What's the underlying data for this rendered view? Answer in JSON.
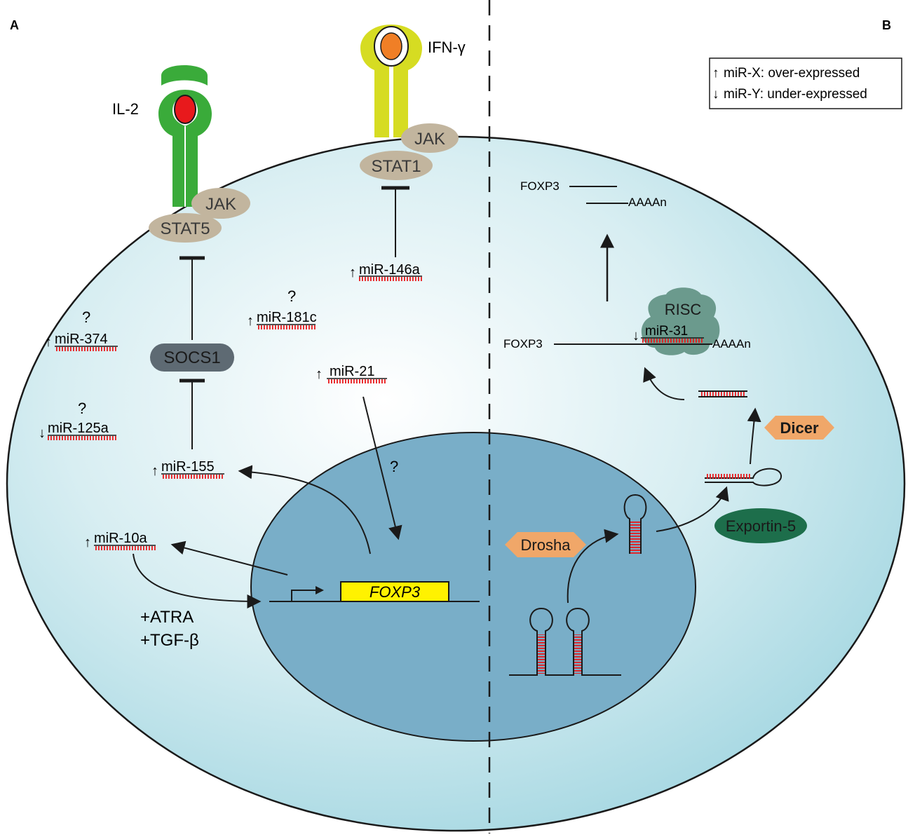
{
  "panels": {
    "a": "A",
    "b": "B"
  },
  "legend": {
    "over": {
      "arrow": "↑",
      "text": "miR-X: over-expressed"
    },
    "under": {
      "arrow": "↓",
      "text": "miR-Y: under-expressed"
    }
  },
  "receptors": {
    "il2": {
      "ligand": "IL-2",
      "jak": "JAK",
      "stat": "STAT5"
    },
    "ifng": {
      "ligand": "IFN-γ",
      "jak": "JAK",
      "stat": "STAT1"
    }
  },
  "socs1": "SOCS1",
  "mirnas": {
    "mir146a": {
      "arrow": "↑",
      "name": "miR-146a"
    },
    "mir181c": {
      "arrow": "↑",
      "name": "miR-181c",
      "question": "?"
    },
    "mir374": {
      "arrow": "↑",
      "name": "miR-374",
      "question": "?"
    },
    "mir21": {
      "arrow": "↑",
      "name": "miR-21"
    },
    "mir125a": {
      "arrow": "↓",
      "name": "miR-125a",
      "question": "?"
    },
    "mir155": {
      "arrow": "↑",
      "name": "miR-155"
    },
    "mir10a": {
      "arrow": "↑",
      "name": "miR-10a"
    },
    "mir31": {
      "arrow": "↓",
      "name": "miR-31"
    }
  },
  "nucleus_question": "?",
  "gene": "FOXP3",
  "treatments": {
    "atra": "+ATRA",
    "tgfb": "+TGF-β"
  },
  "processing": {
    "drosha": "Drosha",
    "exportin": "Exportin-5",
    "dicer": "Dicer",
    "risc": "RISC"
  },
  "mrna": {
    "top_gene": "FOXP3",
    "top_tail": "AAAAn",
    "bottom_gene": "FOXP3",
    "bottom_tail": "AAAAn"
  },
  "colors": {
    "cytoplasm": "#bfe3ea",
    "nucleus": "#79aec8",
    "il2_receptor": "#3aab3a",
    "il2_ligand": "#e8191c",
    "ifng_receptor": "#d6dc22",
    "ifng_ligand": "#f07f26",
    "jak_stat": "#c2b59e",
    "socs1": "#5e6a73",
    "risc": "#6b9a8d",
    "exportin": "#1d6e4b",
    "enzyme": "#f0a769",
    "gene_box": "#fff200",
    "mirna_ticks": "#e8191c"
  }
}
